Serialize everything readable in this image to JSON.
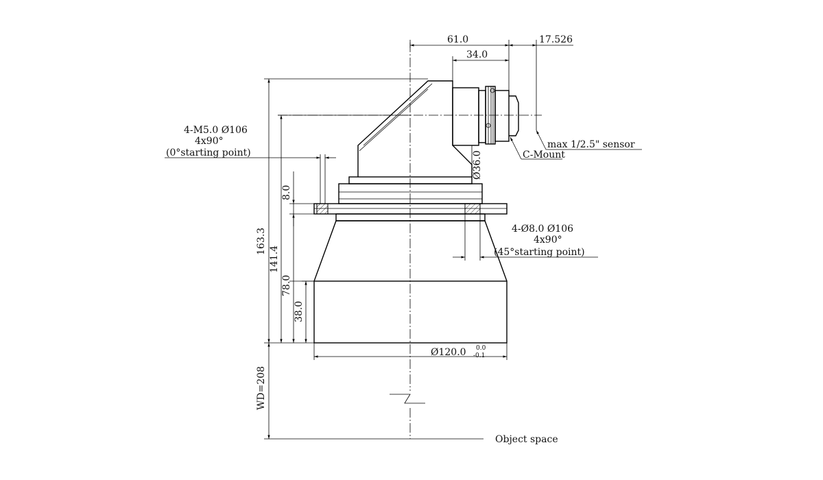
{
  "dims": {
    "d_61": "61.0",
    "d_34": "34.0",
    "d_17526": "17.526",
    "d_1633": "163.3",
    "d_1414": "141.4",
    "d_8": "8.0",
    "d_78": "78.0",
    "d_38": "38.0",
    "d_36": "Ø36.0",
    "d_120": "Ø120.0",
    "tol_up": "0.0",
    "tol_dn": "-0.1",
    "wd": "WD=208"
  },
  "notes": {
    "m5_line1": "4-M5.0  Ø106",
    "m5_line2": "4x90°",
    "m5_line3": "(0°starting point)",
    "hole_line1": "4-Ø8.0  Ø106",
    "hole_line2": "4x90°",
    "hole_line3": "(45°starting point)",
    "sensor": "max 1/2.5\" sensor",
    "mount": "C-Mount",
    "object": "Object space"
  }
}
